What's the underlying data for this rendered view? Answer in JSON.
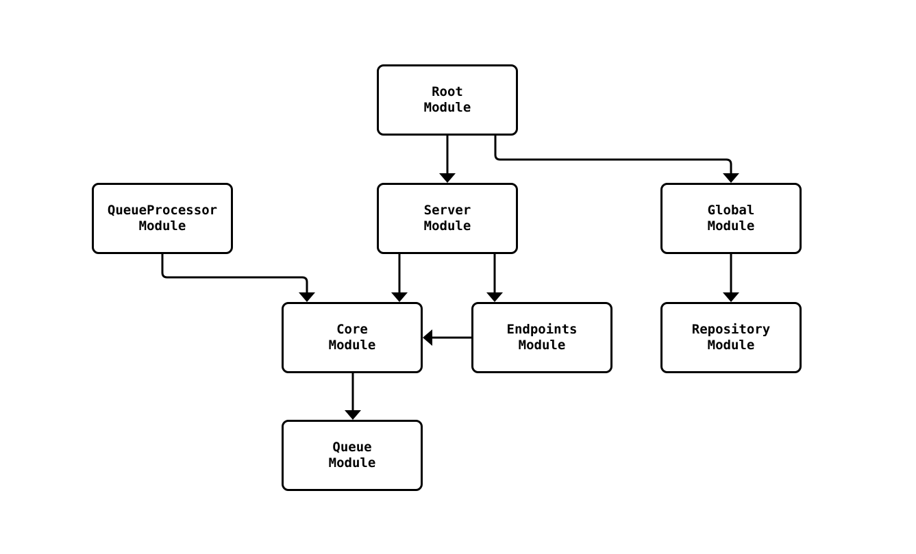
{
  "diagram": {
    "type": "flowchart",
    "direction": "top-down",
    "colors": {
      "background": "#ffffff",
      "node_fill": "#ffffff",
      "node_border": "#000000",
      "edge_line": "#000000",
      "text": "#000000"
    },
    "nodes": [
      {
        "id": "root",
        "label": "Root\nModule"
      },
      {
        "id": "queueprocessor",
        "label": "QueueProcessor\nModule"
      },
      {
        "id": "server",
        "label": "Server\nModule"
      },
      {
        "id": "global",
        "label": "Global\nModule"
      },
      {
        "id": "core",
        "label": "Core\nModule"
      },
      {
        "id": "endpoints",
        "label": "Endpoints\nModule"
      },
      {
        "id": "repository",
        "label": "Repository\nModule"
      },
      {
        "id": "queue",
        "label": "Queue\nModule"
      }
    ],
    "edges": [
      {
        "from": "root",
        "to": "server"
      },
      {
        "from": "root",
        "to": "global"
      },
      {
        "from": "queueprocessor",
        "to": "core"
      },
      {
        "from": "server",
        "to": "core"
      },
      {
        "from": "server",
        "to": "endpoints"
      },
      {
        "from": "endpoints",
        "to": "core"
      },
      {
        "from": "global",
        "to": "repository"
      },
      {
        "from": "core",
        "to": "queue"
      }
    ]
  }
}
